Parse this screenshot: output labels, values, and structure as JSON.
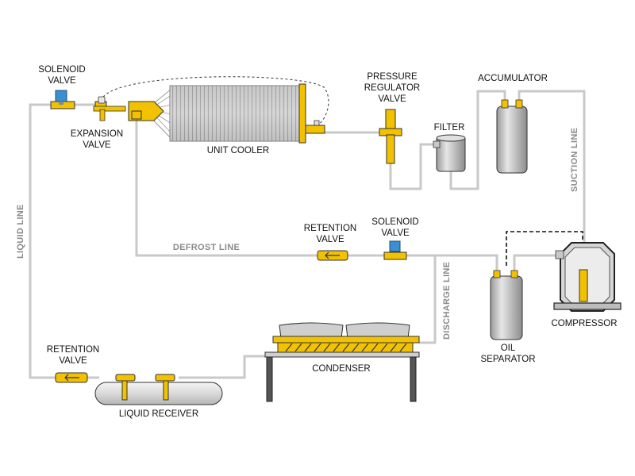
{
  "labels": {
    "solenoid_valve_top": [
      "SOLENOID",
      "VALVE"
    ],
    "expansion_valve": [
      "EXPANSION",
      "VALVE"
    ],
    "unit_cooler": "UNIT COOLER",
    "pressure_regulator_valve": [
      "PRESSURE",
      "REGULATOR",
      "VALVE"
    ],
    "filter": "FILTER",
    "accumulator": "ACCUMULATOR",
    "suction_line": "SUCTION LINE",
    "liquid_line": "LIQUID LINE",
    "defrost_line": "DEFROST LINE",
    "retention_valve_mid": [
      "RETENTION",
      "VALVE"
    ],
    "solenoid_valve_mid": [
      "SOLENOID",
      "VALVE"
    ],
    "discharge_line": "DISCHARGE LINE",
    "compressor": "COMPRESSOR",
    "oil_separator": [
      "OIL",
      "SEPARATOR"
    ],
    "retention_valve_bottom": [
      "RETENTION",
      "VALVE"
    ],
    "condenser": "CONDENSER",
    "liquid_receiver": "LIQUID RECEIVER"
  },
  "colors": {
    "pipe": "#c9c9c9",
    "valve_yellow": "#f2c200",
    "vessel_gray": "#cfcfcf",
    "outline": "#333333",
    "solenoid_blue": "#3b8fd0",
    "line_label": "#8a8a8a"
  }
}
